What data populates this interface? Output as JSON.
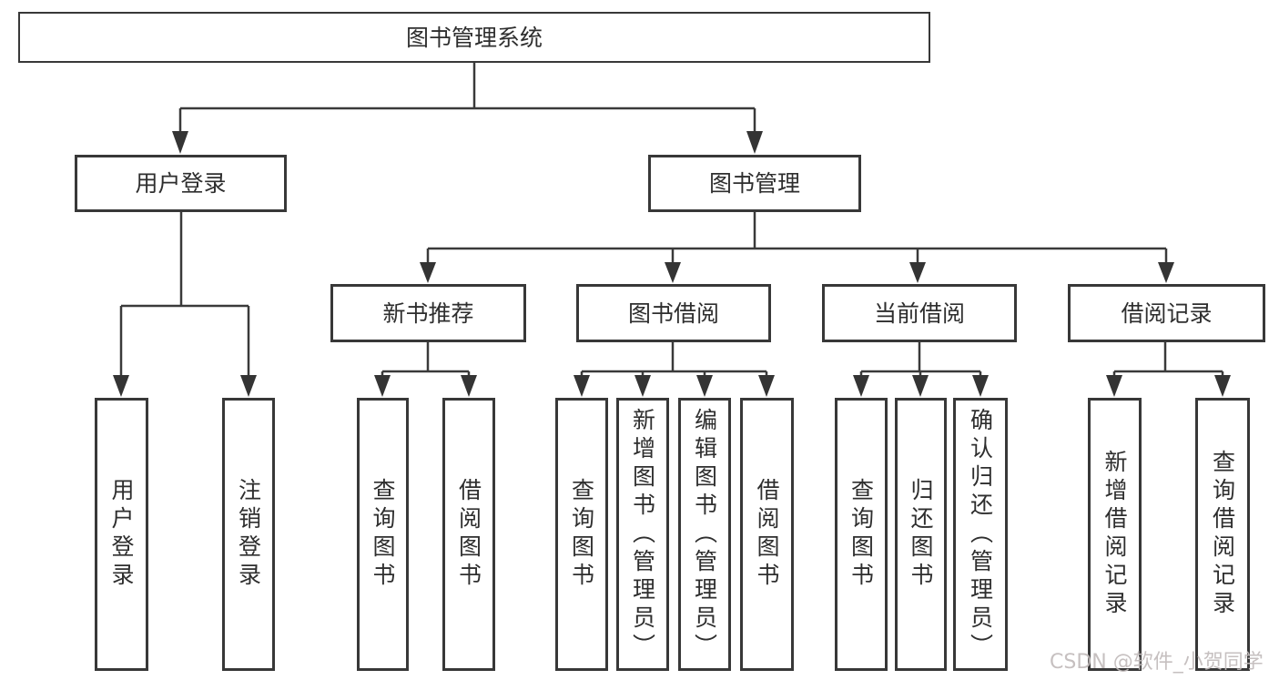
{
  "title": "图书管理系统",
  "level2": [
    "用户登录",
    "图书管理"
  ],
  "level3": [
    "新书推荐",
    "图书借阅",
    "当前借阅",
    "借阅记录"
  ],
  "level4": {
    "user_login": [
      "用户登录",
      "注销登录"
    ],
    "new_books": [
      "查询图书",
      "借阅图书"
    ],
    "book_borrow": [
      "查询图书",
      "新增图书（管理员）",
      "编辑图书（管理员）",
      "借阅图书"
    ],
    "current_borrow": [
      "查询图书",
      "归还图书",
      "确认归还（管理员）"
    ],
    "borrow_records": [
      "新增借阅记录",
      "查询借阅记录"
    ]
  },
  "watermark": "CSDN @软件_小贺同学",
  "colors": {
    "line": "#3a3a3a",
    "box_border": "#383838",
    "text": "#2e2e2e",
    "background": "#ffffff",
    "watermark": "#c1bbbb"
  }
}
